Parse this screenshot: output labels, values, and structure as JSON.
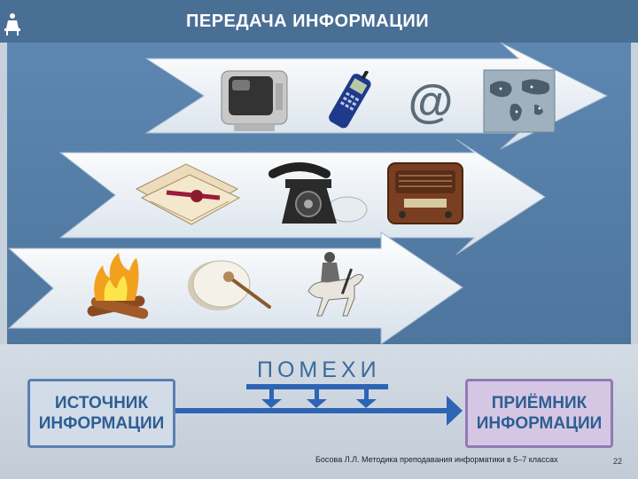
{
  "header": {
    "title": "ПЕРЕДАЧА ИНФОРМАЦИИ"
  },
  "noise": {
    "title": "ПОМЕХИ"
  },
  "source": {
    "label": "ИСТОЧНИК\nИНФОРМАЦИИ"
  },
  "receiver": {
    "label": "ПРИЁМНИК\nИНФОРМАЦИИ"
  },
  "footer": {
    "credit": "Босова Л.Л. Методика преподавания информатики в 5–7 классах",
    "page": "22"
  },
  "icons": {
    "row1": [
      "tv-icon",
      "mobile-phone-icon",
      "at-sign-icon",
      "world-map-icon"
    ],
    "row2": [
      "letters-icon",
      "rotary-telephone-icon",
      "radio-icon"
    ],
    "row3": [
      "bonfire-icon",
      "drum-icon",
      "horse-rider-icon"
    ]
  },
  "colors": {
    "header": "#4a6f95",
    "arrow_flow": "#2e64b4",
    "source_fill": "#d2dbe8",
    "receiver_fill": "#d5c7e4"
  }
}
